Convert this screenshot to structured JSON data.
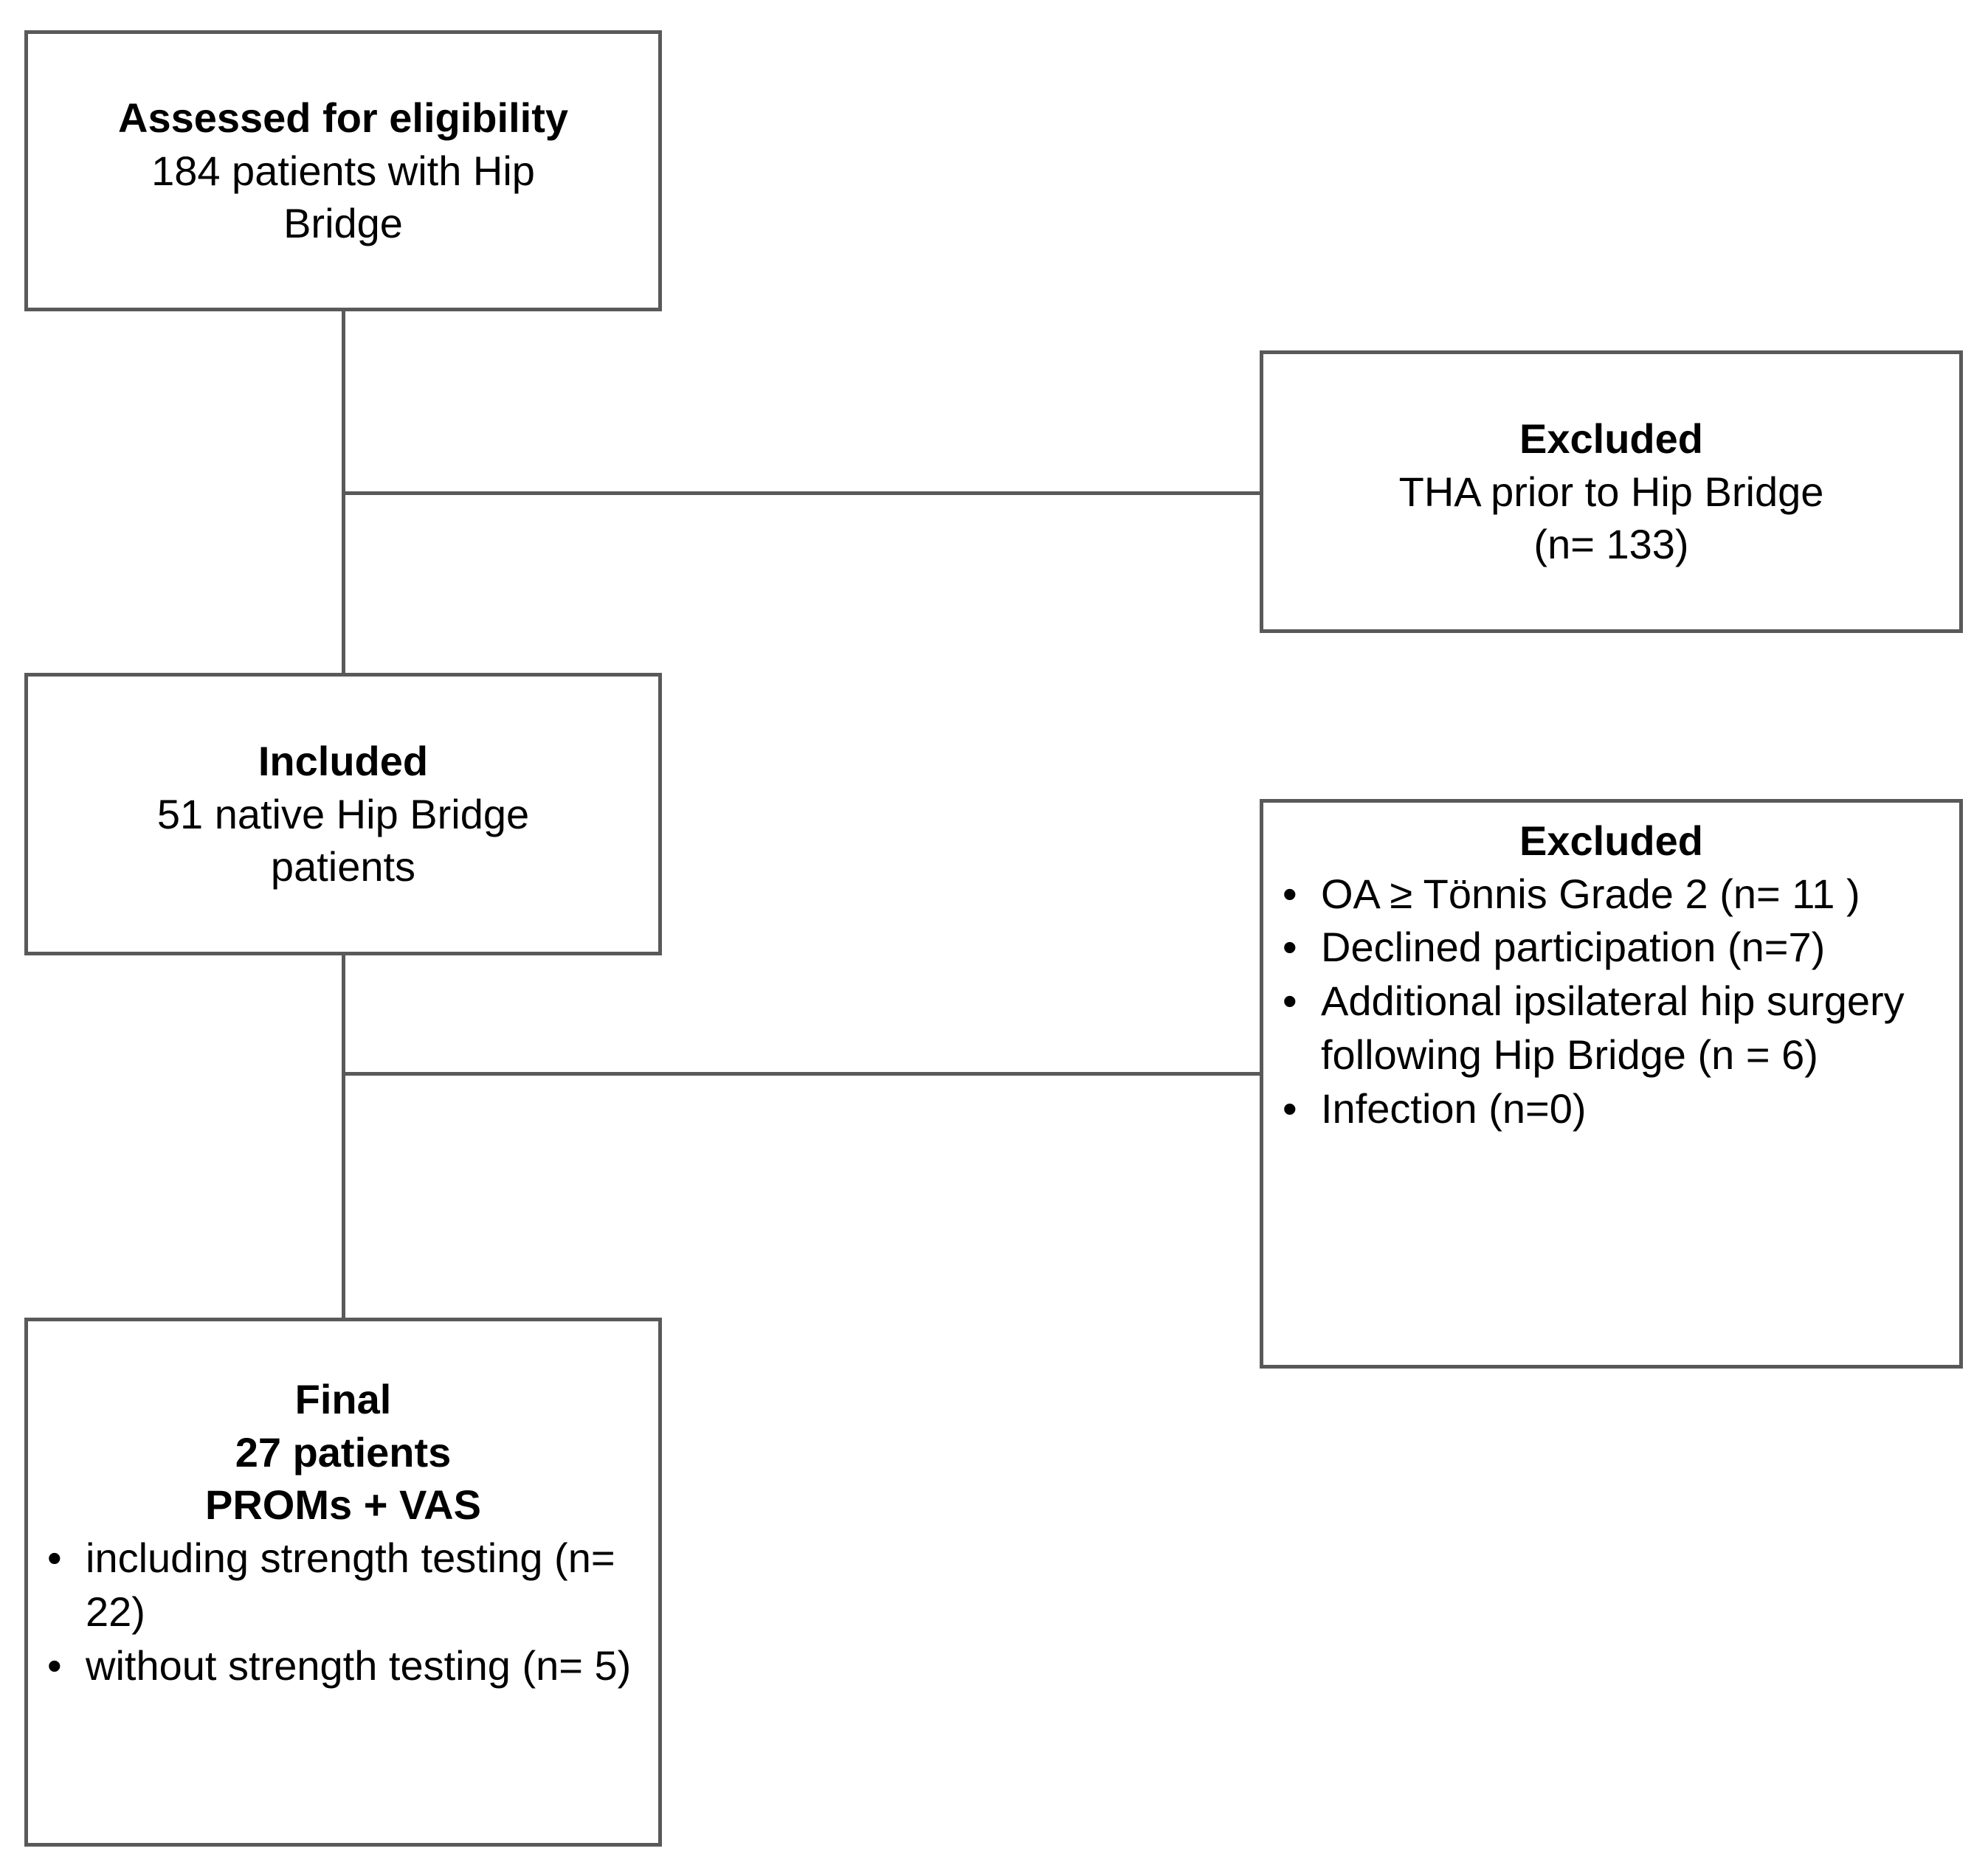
{
  "flowchart": {
    "type": "prisma-flow-diagram",
    "nodes": {
      "assessed": {
        "title": "Assessed for eligibility",
        "lines": [
          "184 patients with Hip",
          "Bridge"
        ]
      },
      "excluded_tha": {
        "title": "Excluded",
        "lines": [
          "THA prior to Hip Bridge",
          "(n= 133)"
        ]
      },
      "included": {
        "title": "Included",
        "lines": [
          "51 native Hip Bridge",
          "patients"
        ]
      },
      "excluded_criteria": {
        "title": "Excluded",
        "bullets": [
          "OA ≥ Tönnis Grade 2 (n= 11 )",
          "Declined participation (n=7)",
          "Additional ipsilateral hip surgery following Hip Bridge (n = 6)",
          "Infection (n=0)"
        ],
        "bullet_glyph": "•"
      },
      "final": {
        "title_lines": [
          "Final",
          "27 patients",
          "PROMs + VAS"
        ],
        "bullets": [
          "including strength testing (n= 22)",
          "without strength testing (n= 5)"
        ],
        "bullet_glyph": "•"
      }
    },
    "colors": {
      "border": "#595959",
      "text": "#000000",
      "background": "#ffffff"
    }
  }
}
